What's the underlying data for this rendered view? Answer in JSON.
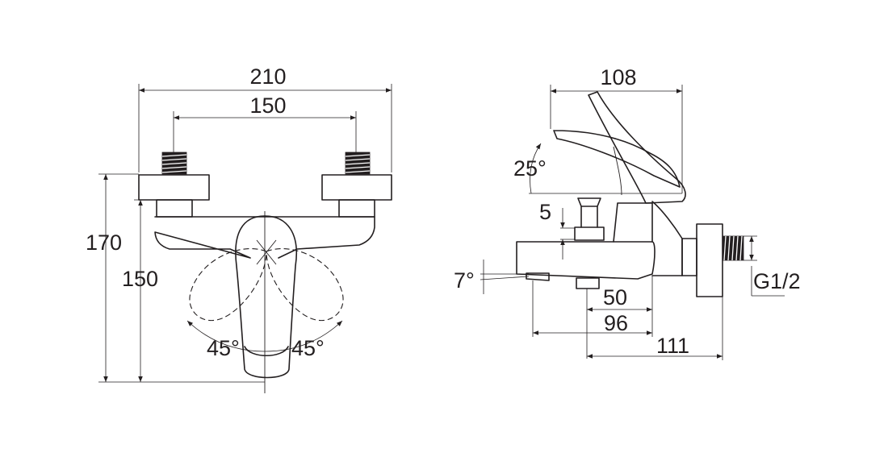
{
  "front_view": {
    "dim_210": "210",
    "dim_150_width": "150",
    "dim_170": "170",
    "dim_150_height": "150",
    "angle_left": "45°",
    "angle_right": "45°"
  },
  "side_view": {
    "dim_108": "108",
    "angle_25": "25°",
    "dim_5": "5",
    "angle_7": "7°",
    "dim_50": "50",
    "dim_96": "96",
    "dim_111": "111",
    "thread": "G1/2"
  }
}
